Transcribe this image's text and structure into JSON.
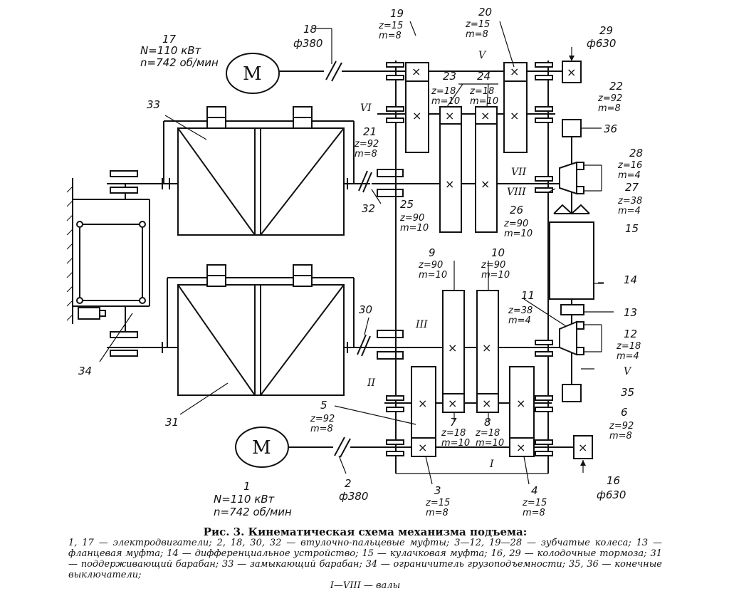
{
  "motors": {
    "symbol": "M",
    "upper": {
      "num": "17",
      "power": "N=110 кВт",
      "speed": "n=742 об/мин"
    },
    "lower": {
      "num": "1",
      "power": "N=110 кВт",
      "speed": "n=742 об/мин"
    }
  },
  "couplings": {
    "c18": {
      "num": "18",
      "dia": "ф380"
    },
    "c2": {
      "num": "2",
      "dia": "ф380"
    },
    "c30": {
      "num": "30"
    },
    "c32": {
      "num": "32"
    }
  },
  "brakes": {
    "b29": {
      "num": "29",
      "dia": "ф630"
    },
    "b16": {
      "num": "16",
      "dia": "ф630"
    }
  },
  "gears": {
    "g19": {
      "num": "19",
      "z": "z=15",
      "m": "m=8"
    },
    "g20": {
      "num": "20",
      "z": "z=15",
      "m": "m=8"
    },
    "g21": {
      "num": "21",
      "z": "z=92",
      "m": "m=8"
    },
    "g22": {
      "num": "22",
      "z": "z=92",
      "m": "m=8"
    },
    "g23": {
      "num": "23",
      "z": "z=18",
      "m": "m=10"
    },
    "g24": {
      "num": "24",
      "z": "z=18",
      "m": "m=10"
    },
    "g25": {
      "num": "25",
      "z": "z=90",
      "m": "m=10"
    },
    "g26": {
      "num": "26",
      "z": "z=90",
      "m": "m=10"
    },
    "g27": {
      "num": "27",
      "z": "z=38",
      "m": "m=4"
    },
    "g28": {
      "num": "28",
      "z": "z=16",
      "m": "m=4"
    },
    "g9": {
      "num": "9",
      "z": "z=90",
      "m": "m=10"
    },
    "g10": {
      "num": "10",
      "z": "z=90",
      "m": "m=10"
    },
    "g11": {
      "num": "11",
      "z": "z=38",
      "m": "m=4"
    },
    "g12": {
      "num": "12",
      "z": "z=18",
      "m": "m=4"
    },
    "g5": {
      "num": "5",
      "z": "z=92",
      "m": "m=8"
    },
    "g6": {
      "num": "6",
      "z": "z=92",
      "m": "m=8"
    },
    "g7": {
      "num": "7",
      "z": "z=18",
      "m": "m=10"
    },
    "g8": {
      "num": "8",
      "z": "z=18",
      "m": "m=10"
    },
    "g3": {
      "num": "3",
      "z": "z=15",
      "m": "m=8"
    },
    "g4": {
      "num": "4",
      "z": "z=15",
      "m": "m=8"
    }
  },
  "units": {
    "u33": "33",
    "u31": "31",
    "u34": "34",
    "u14": "14",
    "u13": "13",
    "u15": "15",
    "u35": "35",
    "u36": "36"
  },
  "shafts": {
    "s1": "I",
    "s2": "II",
    "s3": "III",
    "s5": "V",
    "s6": "VI",
    "s7": "VII",
    "s8": "VIII",
    "sv": "V"
  },
  "gear_mark": "×",
  "caption": {
    "title": "Рис. 3. Кинематическая схема механизма подъема:",
    "body": "1, 17 — электродвигатели; 2, 18, 30, 32 — втулочно-пальцевые муфты; 3—12, 19—28 — зубчатые колеса; 13 — фланцевая муфта; 14 — дифференциальное устройство; 15 — кулачковая муфта; 16, 29 — колодочные тормоза; 31 — поддерживающий барабан; 33 — замыкающий барабан; 34 — ограничитель грузоподъемности; 35, 36 — конечные выключатели;",
    "last": "I—VIII — валы"
  }
}
